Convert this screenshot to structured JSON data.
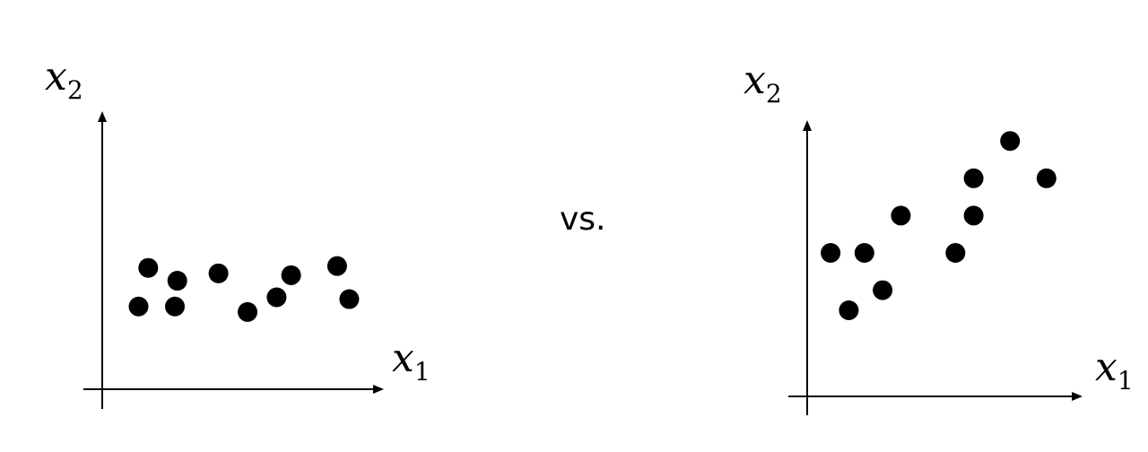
{
  "separator": "vs.",
  "colors": {
    "axis": "#000000",
    "point": "#000000",
    "background": "#ffffff"
  },
  "chart_data": [
    {
      "type": "scatter",
      "xlabel": "x1",
      "ylabel": "x2",
      "xlabel_main": "x",
      "xlabel_sub": "1",
      "ylabel_main": "x",
      "ylabel_sub": "2",
      "xlim": [
        0,
        10
      ],
      "ylim": [
        0,
        10
      ],
      "grid": false,
      "points": [
        {
          "x": 1.5,
          "y": 4.5
        },
        {
          "x": 1.9,
          "y": 6.6
        },
        {
          "x": 3.0,
          "y": 4.5
        },
        {
          "x": 3.1,
          "y": 5.9
        },
        {
          "x": 4.8,
          "y": 6.3
        },
        {
          "x": 6.0,
          "y": 4.2
        },
        {
          "x": 7.2,
          "y": 5.0
        },
        {
          "x": 7.8,
          "y": 6.2
        },
        {
          "x": 9.7,
          "y": 6.7
        },
        {
          "x": 10.2,
          "y": 4.9
        }
      ]
    },
    {
      "type": "scatter",
      "xlabel": "x1",
      "ylabel": "x2",
      "xlabel_main": "x",
      "xlabel_sub": "1",
      "ylabel_main": "x",
      "ylabel_sub": "2",
      "xlim": [
        0,
        10
      ],
      "ylim": [
        0,
        10
      ],
      "grid": false,
      "points": [
        {
          "x": 0.9,
          "y": 5.0
        },
        {
          "x": 1.6,
          "y": 3.0
        },
        {
          "x": 2.2,
          "y": 5.0
        },
        {
          "x": 2.9,
          "y": 3.7
        },
        {
          "x": 3.6,
          "y": 6.3
        },
        {
          "x": 5.7,
          "y": 5.0
        },
        {
          "x": 6.4,
          "y": 6.3
        },
        {
          "x": 6.4,
          "y": 7.6
        },
        {
          "x": 7.8,
          "y": 8.9
        },
        {
          "x": 9.2,
          "y": 7.6
        }
      ]
    }
  ]
}
